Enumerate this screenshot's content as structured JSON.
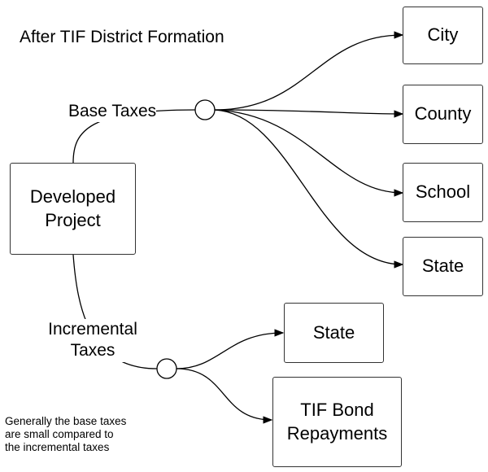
{
  "title": "After TIF District Formation",
  "source": {
    "line1": "Developed",
    "line2": "Project"
  },
  "flows": {
    "base": {
      "label": "Base Taxes"
    },
    "incremental": {
      "label_line1": "Incremental",
      "label_line2": "Taxes"
    }
  },
  "base_recipients": [
    "City",
    "County",
    "School",
    "State"
  ],
  "incremental_recipients": {
    "state": "State",
    "tif_line1": "TIF Bond",
    "tif_line2": "Repayments"
  },
  "note": {
    "line1": "Generally the base taxes",
    "line2": "are small compared to",
    "line3": "the incremental taxes"
  }
}
